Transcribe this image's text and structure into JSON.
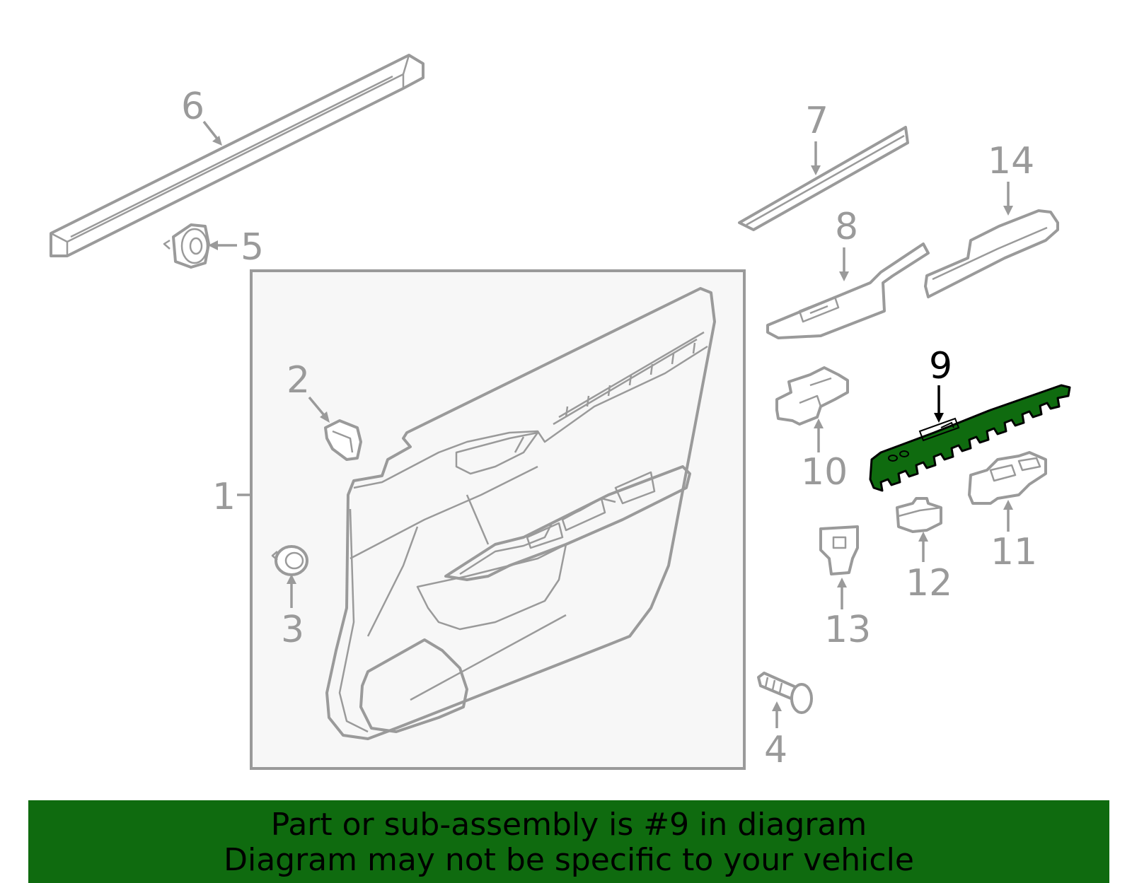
{
  "diagram": {
    "selected_part": "9",
    "callouts": [
      {
        "id": "1",
        "label": "1"
      },
      {
        "id": "2",
        "label": "2"
      },
      {
        "id": "3",
        "label": "3"
      },
      {
        "id": "4",
        "label": "4"
      },
      {
        "id": "5",
        "label": "5"
      },
      {
        "id": "6",
        "label": "6"
      },
      {
        "id": "7",
        "label": "7"
      },
      {
        "id": "8",
        "label": "8"
      },
      {
        "id": "9",
        "label": "9"
      },
      {
        "id": "10",
        "label": "10"
      },
      {
        "id": "11",
        "label": "11"
      },
      {
        "id": "12",
        "label": "12"
      },
      {
        "id": "13",
        "label": "13"
      },
      {
        "id": "14",
        "label": "14"
      }
    ]
  },
  "banner": {
    "line1": "Part or sub-assembly is #9 in diagram",
    "line2": "Diagram may not be specific to your vehicle"
  },
  "colors": {
    "highlight": "#0f6b0f",
    "line": "#9a9a9a",
    "panel_bg": "#f7f7f7"
  }
}
